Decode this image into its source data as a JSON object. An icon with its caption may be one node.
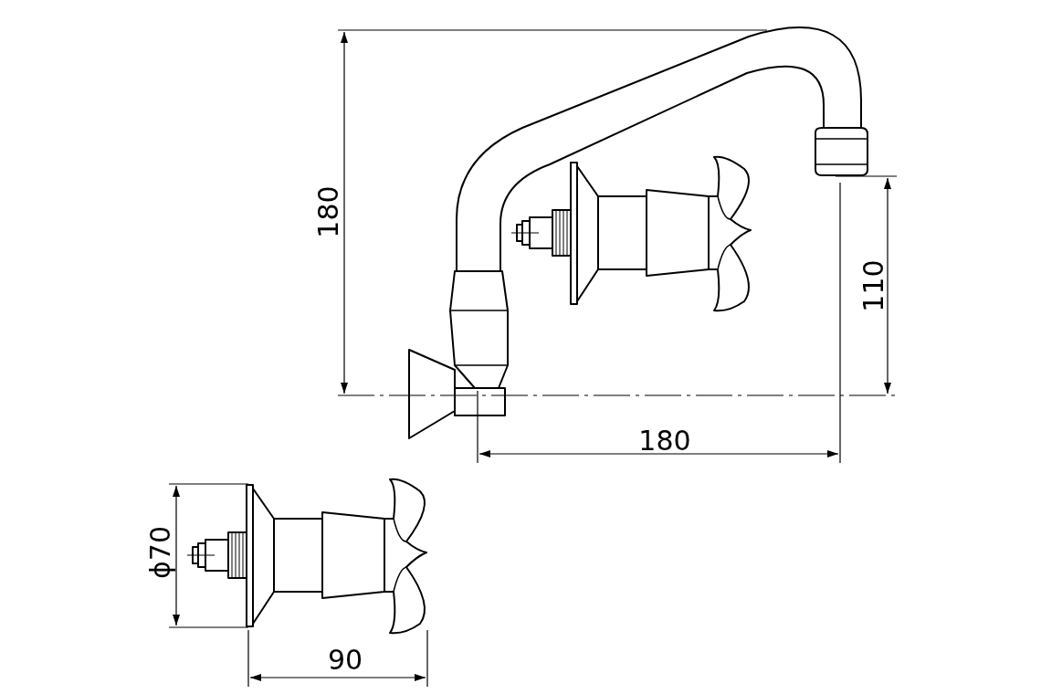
{
  "diagram": {
    "labels": [
      "180",
      "110",
      "180",
      "ϕ70",
      "90"
    ]
  }
}
